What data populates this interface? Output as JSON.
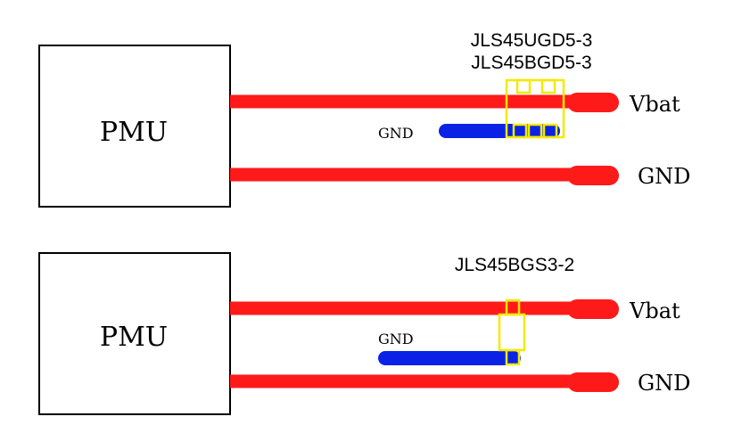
{
  "colors": {
    "trace_red": "#ff1a1a",
    "trace_blue": "#0a22e6",
    "package_yellow": "#f2ea00",
    "outline": "#000000"
  },
  "circuit_top": {
    "pmu_label": "PMU",
    "part_numbers": [
      "JLS45UGD5-3",
      "JLS45BGD5-3"
    ],
    "vbat_label": "Vbat",
    "gnd_label": "GND",
    "gnd_trace_label": "GND"
  },
  "circuit_bottom": {
    "pmu_label": "PMU",
    "part_number": "JLS45BGS3-2",
    "vbat_label": "Vbat",
    "gnd_label": "GND",
    "gnd_trace_label": "GND"
  }
}
